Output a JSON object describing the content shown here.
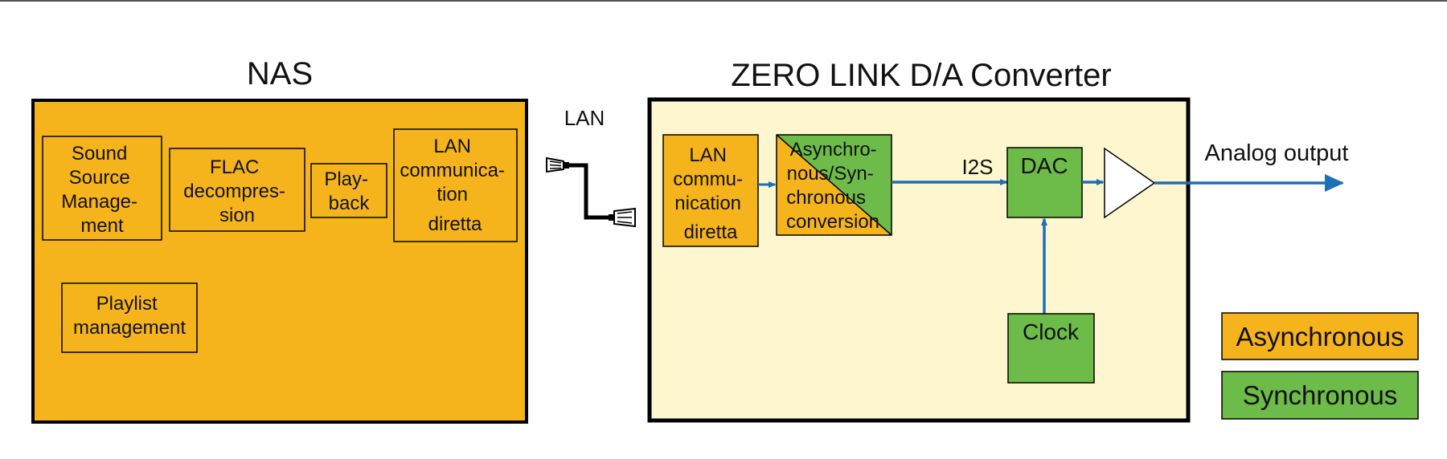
{
  "colors": {
    "asynchronous": "#F6B41C",
    "synchronous": "#6DBB48",
    "converter_panel": "#FDF6CE",
    "signal": "#1D6FB8",
    "cable": "#000000"
  },
  "nas": {
    "title": "NAS",
    "blocks": {
      "sound_source": [
        "Sound",
        "Source",
        "Manage-",
        "ment"
      ],
      "flac": [
        "FLAC",
        "decompres-",
        "sion"
      ],
      "playback": [
        "Play-",
        "back"
      ],
      "lan_comm": [
        "LAN",
        "communica-",
        "tion",
        "diretta"
      ],
      "playlist": [
        "Playlist",
        "management"
      ]
    }
  },
  "lan_label": "LAN",
  "converter": {
    "title": "ZERO  LINK  D/A Converter",
    "blocks": {
      "lan_comm": [
        "LAN",
        "commu-",
        "nication",
        "diretta"
      ],
      "conversion": [
        "Asynchro-",
        "nous/Syn-",
        "chronous",
        "conversion"
      ],
      "dac": "DAC",
      "clock": "Clock"
    },
    "i2s_label": "I2S",
    "analog_output_label": "Analog output"
  },
  "legend": {
    "asynchronous": "Asynchronous",
    "synchronous": "Synchronous"
  }
}
